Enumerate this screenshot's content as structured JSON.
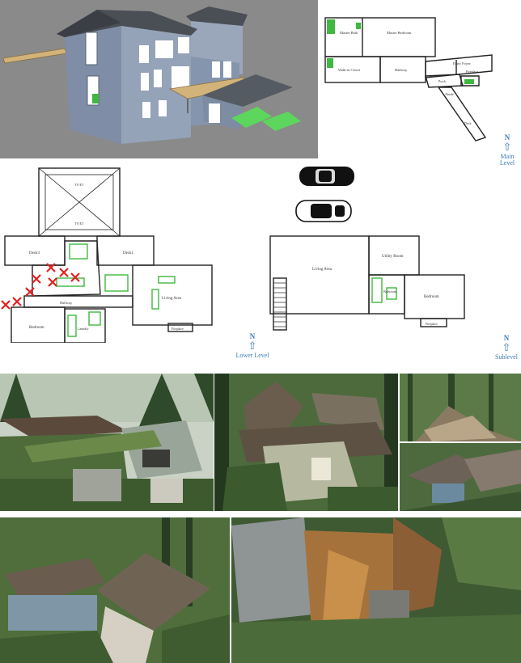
{
  "main_level": {
    "rooms": {
      "master_bath": "Master Bath",
      "master_bedroom": "Master Bedroom",
      "walk_in_closet": "Walk-in Closet",
      "hallway": "Hallway",
      "entry_foyer": "Entry Foyer",
      "porch": "Porch",
      "fireplace": "Fireplace",
      "abode": "Abode",
      "deck": "Deck"
    },
    "north": "N",
    "label": "Main Level"
  },
  "lower_level": {
    "rooms": {
      "tv_room_top": "TV/ET",
      "tv_room_bottom": "TV/ET",
      "deck_left": "Deck3",
      "deck_right": "Deck1",
      "living_area": "Living Area",
      "hallway": "Hallway",
      "bedroom": "Bedroom",
      "laundry": "Laundry",
      "fireplace": "Fireplace"
    },
    "north": "N",
    "label": "Lower Level"
  },
  "sublevel": {
    "rooms": {
      "living_area": "Living Area",
      "utility_room": "Utility Room",
      "bathroom": "Bathroom",
      "bedroom": "Bedroom",
      "fireplace": "Fireplace"
    },
    "north": "N",
    "label": "Sublevel"
  },
  "colors": {
    "house_siding": "#8d9bb0",
    "roof": "#4a4f56",
    "render_bg": "#8a8a8a",
    "deck_wood": "#d2b37a",
    "fixture_green": "#3fb83f",
    "damage_x": "#e22020",
    "north_blue": "#3a7ab8"
  }
}
